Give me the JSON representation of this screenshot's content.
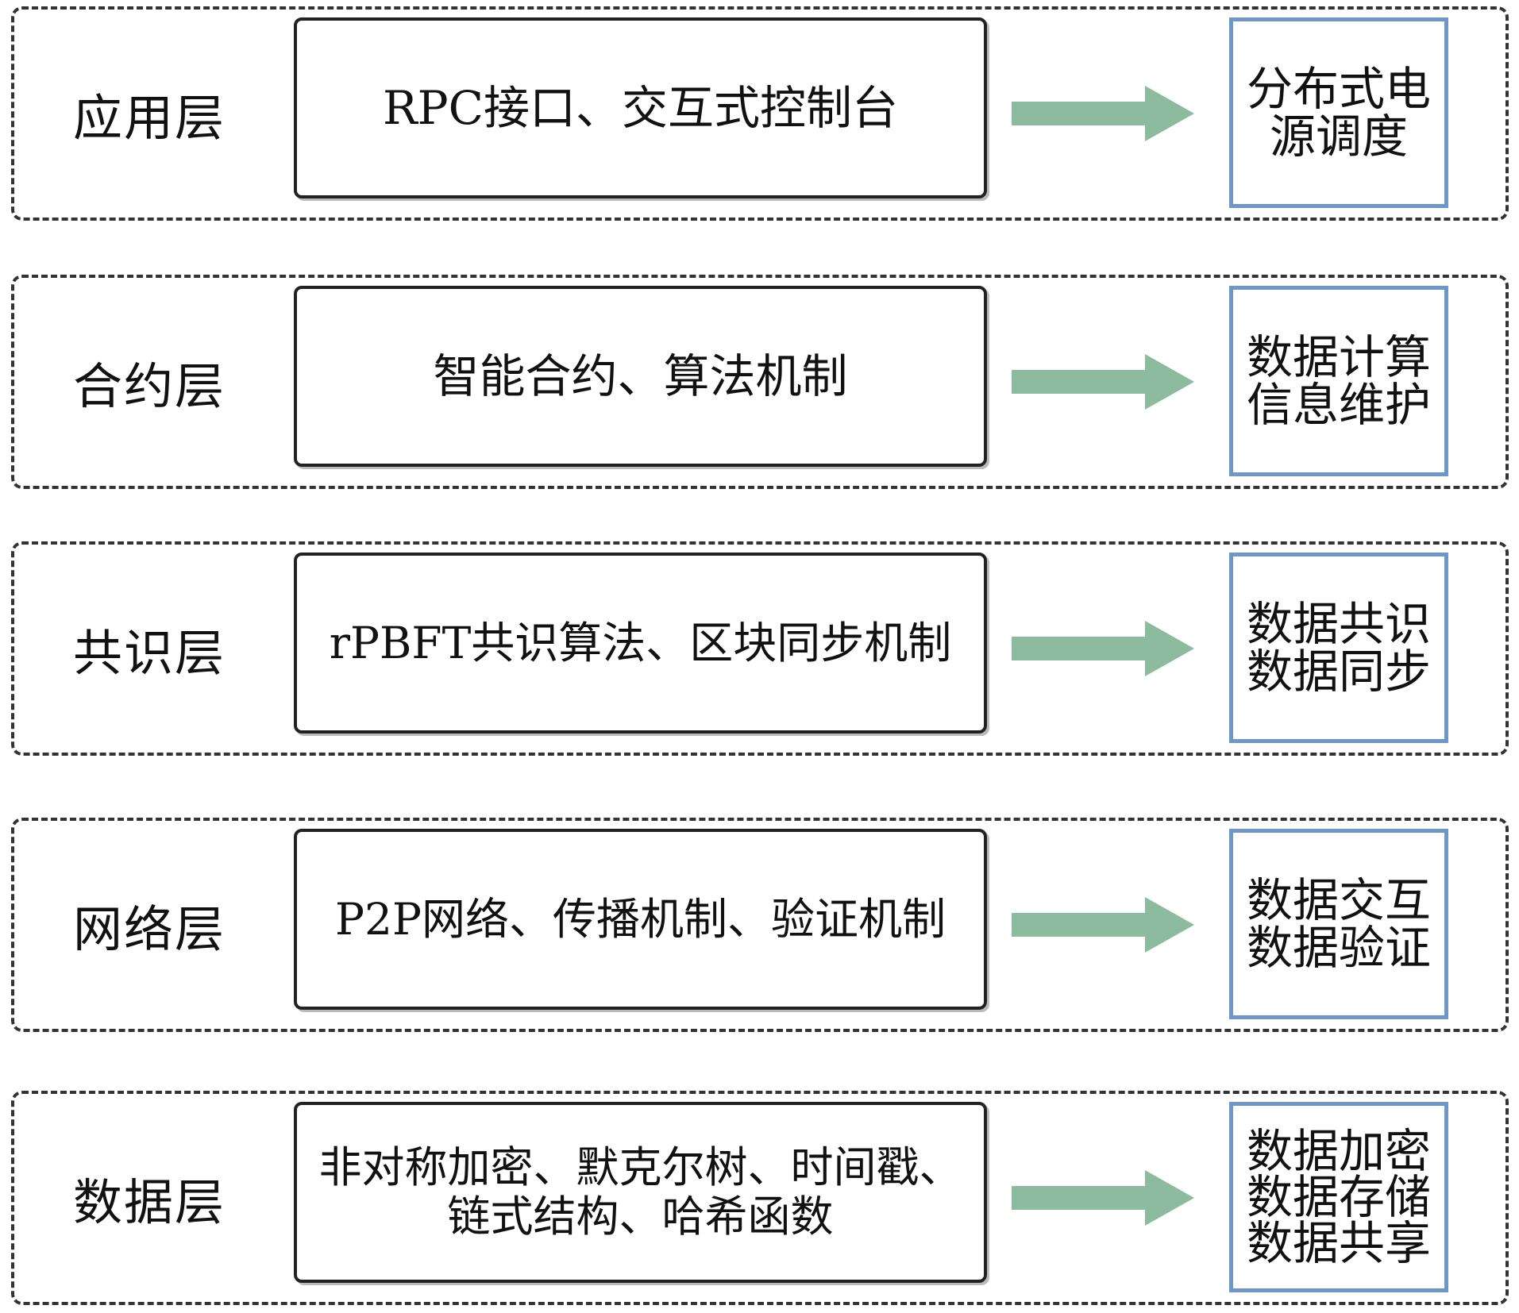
{
  "arrow_color": "#8dbba0",
  "function_border_color": "#6e97c8",
  "layers": [
    {
      "name": "应用层",
      "technologies": "RPC接口、交互式控制台",
      "functions": [
        "分布式电",
        "源调度"
      ]
    },
    {
      "name": "合约层",
      "technologies": "智能合约、算法机制",
      "functions": [
        "数据计算",
        "信息维护"
      ]
    },
    {
      "name": "共识层",
      "technologies": "rPBFT共识算法、区块同步机制",
      "functions": [
        "数据共识",
        "数据同步"
      ]
    },
    {
      "name": "网络层",
      "technologies": "P2P网络、传播机制、验证机制",
      "functions": [
        "数据交互",
        "数据验证"
      ]
    },
    {
      "name": "数据层",
      "technologies_lines": [
        "非对称加密、默克尔树、时间戳、",
        "链式结构、哈希函数"
      ],
      "functions": [
        "数据加密",
        "数据存储",
        "数据共享"
      ]
    }
  ]
}
